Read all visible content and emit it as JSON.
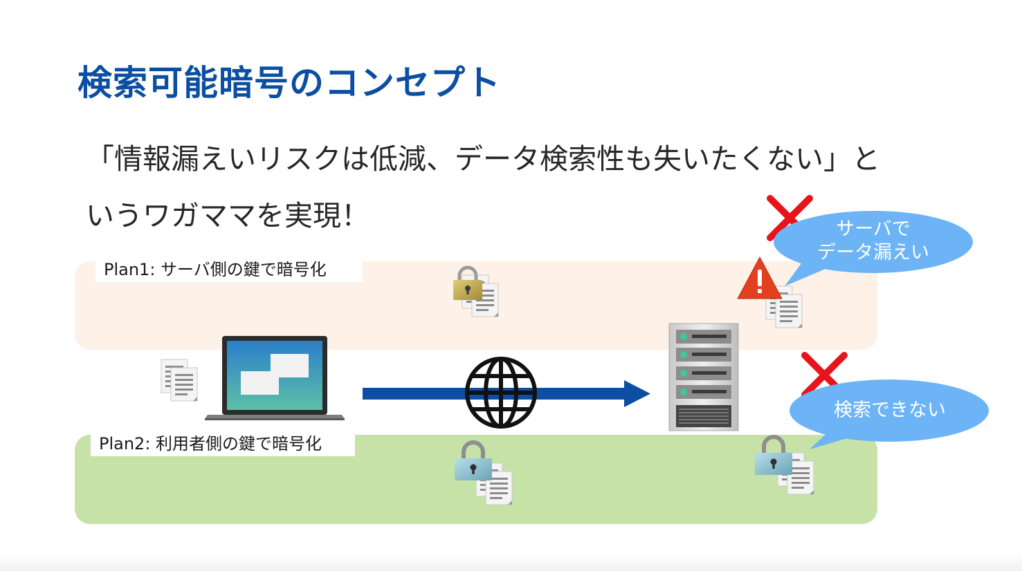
{
  "slide": {
    "title": "検索可能暗号のコンセプト",
    "body_line1": "「情報漏えいリスクは低減、データ検索性も失いたくない」と",
    "body_line2": "いうワガママを実現！"
  },
  "plans": {
    "plan1_label": "Plan1: サーバ側の鍵で暗号化",
    "plan2_label": "Plan2: 利用者側の鍵で暗号化"
  },
  "bubbles": {
    "top_line1": "サーバで",
    "top_line2": "データ漏えい",
    "bottom": "検索できない"
  },
  "icons": {
    "laptop": "laptop-icon",
    "server": "server-icon",
    "globe": "globe-icon",
    "lock": "padlock-icon",
    "document": "document-icon",
    "warning": "warning-icon",
    "cross": "cross-icon"
  },
  "colors": {
    "title": "#0b4ea2",
    "arrow": "#0b4ea2",
    "plan1_band": "#fef1e7",
    "plan2_band": "#c6e2a6",
    "bubble": "#6cb4f5",
    "cross": "#e8141c",
    "warning": "#e2401f",
    "gold_lock": "#c8b25c",
    "blue_lock": "#88bccc"
  }
}
